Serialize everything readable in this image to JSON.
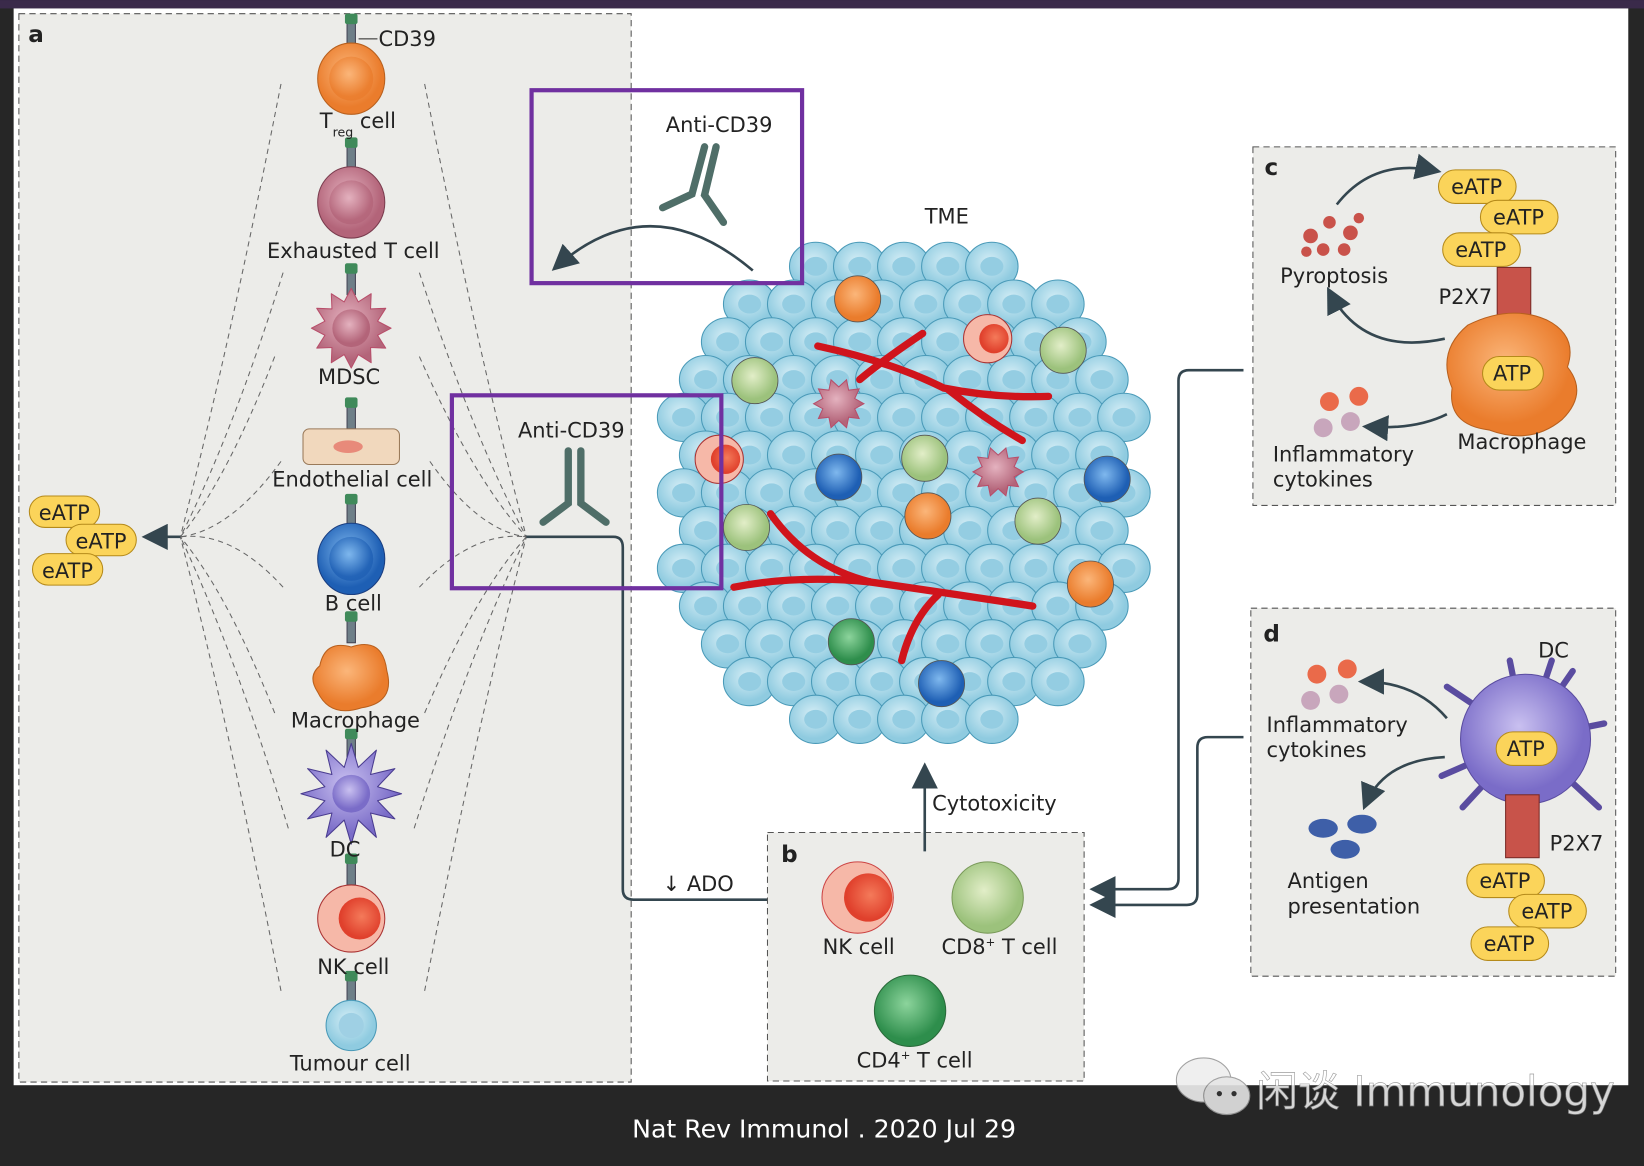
{
  "caption": "Nat Rev Immunol . 2020 Jul 29",
  "watermark": {
    "text": "闲谈 Immunology",
    "icon": "wechat-icon"
  },
  "colors": {
    "highlight_box": "#7030a0",
    "background": "#262626",
    "panel": "#ecece9",
    "vessel": "#d0141c",
    "tumour_cell": "#a8d8e8",
    "eatp_badge": "#fbd45a"
  },
  "panel_a": {
    "label": "a",
    "cd39_label": "CD39",
    "treg": {
      "t": "T",
      "sub": "reg",
      "rest": " cell"
    },
    "cells": [
      "Exhausted T cell",
      "MDSC",
      "Endothelial cell",
      "B cell",
      "Macrophage",
      "DC",
      "NK cell",
      "Tumour cell"
    ],
    "eatp": [
      "eATP",
      "eATP",
      "eATP"
    ]
  },
  "center": {
    "anti_cd39_top": "Anti-CD39",
    "anti_cd39_mid": "Anti-CD39",
    "tme": "TME",
    "cytotoxicity": "Cytotoxicity",
    "ado": "↓ ADO"
  },
  "panel_b": {
    "label": "b",
    "nk": "NK cell",
    "cd8": {
      "a": "CD8",
      "sup": "+",
      "b": " T cell"
    },
    "cd4": {
      "a": "CD4",
      "sup": "+",
      "b": " T cell"
    }
  },
  "panel_c": {
    "label": "c",
    "eatp": [
      "eATP",
      "eATP",
      "eATP"
    ],
    "pyroptosis": "Pyroptosis",
    "p2x7": "P2X7",
    "atp": "ATP",
    "macrophage": "Macrophage",
    "cytokines": [
      "Inflammatory",
      "cytokines"
    ]
  },
  "panel_d": {
    "label": "d",
    "dc": "DC",
    "cytokines": [
      "Inflammatory",
      "cytokines"
    ],
    "atp": "ATP",
    "antigen": [
      "Antigen",
      "presentation"
    ],
    "p2x7": "P2X7",
    "eatp": [
      "eATP",
      "eATP",
      "eATP"
    ]
  }
}
